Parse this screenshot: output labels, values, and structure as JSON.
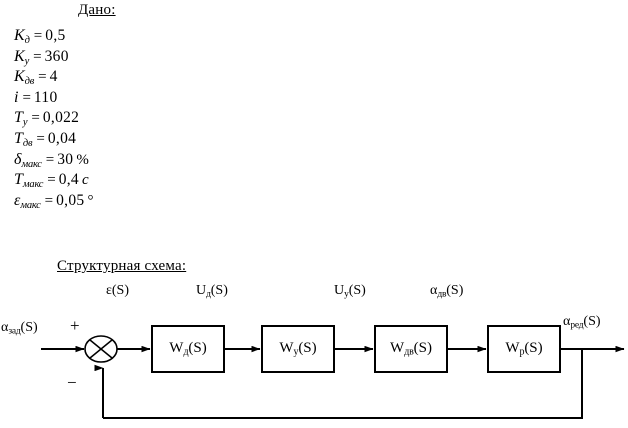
{
  "document": {
    "given_heading": "Дано:",
    "scheme_heading": "Структурная схема:"
  },
  "given_values": [
    {
      "symbol": "K",
      "subscript": "д",
      "equals": "=",
      "value": "0,5",
      "unit": ""
    },
    {
      "symbol": "K",
      "subscript": "у",
      "equals": "=",
      "value": "360",
      "unit": ""
    },
    {
      "symbol": "K",
      "subscript": "дв",
      "equals": "=",
      "value": "4",
      "unit": ""
    },
    {
      "symbol": "i",
      "subscript": "",
      "equals": "=",
      "value": "110",
      "unit": ""
    },
    {
      "symbol": "T",
      "subscript": "у",
      "equals": "=",
      "value": "0,022",
      "unit": ""
    },
    {
      "symbol": "T",
      "subscript": "дв",
      "equals": "=",
      "value": "0,04",
      "unit": ""
    },
    {
      "symbol": "δ",
      "subscript": "макс",
      "equals": "=",
      "value": "30",
      "unit": "%"
    },
    {
      "symbol": "T",
      "subscript": "макс",
      "equals": "=",
      "value": "0,4",
      "unit": "c"
    },
    {
      "symbol": "ε",
      "subscript": "макс",
      "equals": "=",
      "value": "0,05",
      "unit": "°"
    }
  ],
  "diagram": {
    "input_label": {
      "base": "α",
      "sub": "зад",
      "tail": "(S)"
    },
    "output_label": {
      "base": "α",
      "sub": "ред",
      "tail": "(S)"
    },
    "signals": [
      {
        "base": "ε",
        "sub": "",
        "tail": "(S)"
      },
      {
        "base": "U",
        "sub": "д",
        "tail": "(S)"
      },
      {
        "base": "U",
        "sub": "у",
        "tail": "(S)"
      },
      {
        "base": "α",
        "sub": "дв",
        "tail": "(S)"
      }
    ],
    "blocks": [
      {
        "base": "W",
        "sub": "д",
        "tail": "(S)"
      },
      {
        "base": "W",
        "sub": "у",
        "tail": "(S)"
      },
      {
        "base": "W",
        "sub": "дв",
        "tail": "(S)"
      },
      {
        "base": "W",
        "sub": "р",
        "tail": "(S)"
      }
    ],
    "summing_plus": "+",
    "summing_minus": "−",
    "line_color": "#000000"
  }
}
